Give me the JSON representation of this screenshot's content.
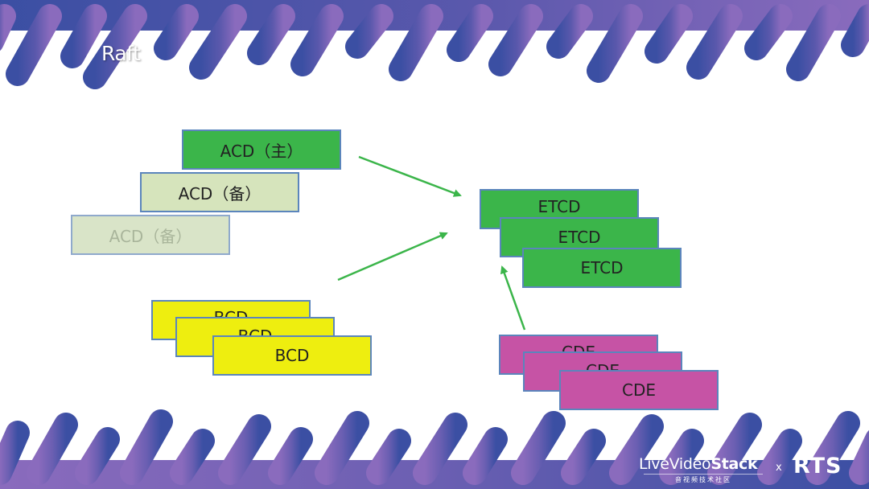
{
  "slide": {
    "title": "Raft"
  },
  "colors": {
    "box_border": "#5b85bc",
    "green": "#3bb54a",
    "pale_green": "#d6e4bc",
    "yellow": "#eeee0f",
    "magenta": "#c653a5",
    "arrow": "#3bb54a",
    "banner_start": "#3b4fa3",
    "banner_end": "#8a6bbd"
  },
  "diagram": {
    "acd_primary": "ACD（主）",
    "acd_standby_1": "ACD（备）",
    "acd_standby_2": "ACD（备）",
    "bcd_1": "BCD",
    "bcd_2": "BCD",
    "bcd_3": "BCD",
    "etcd_1": "ETCD",
    "etcd_2": "ETCD",
    "etcd_3": "ETCD",
    "cde_1": "CDE",
    "cde_2": "CDE",
    "cde_3": "CDE"
  },
  "footer": {
    "logo_light": "LiveVideo",
    "logo_bold": "Stack",
    "logo_sub": "音视频技术社区",
    "separator": "x",
    "partner": "RTS"
  }
}
